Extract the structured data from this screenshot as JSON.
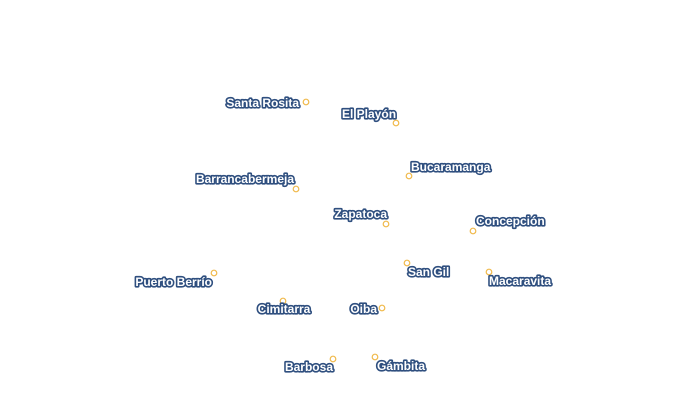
{
  "map": {
    "colors": {
      "marker_fill": "#ffffff",
      "marker_stroke": "#f0b94a",
      "label_fill": "#ffffff",
      "label_halo": "#2f4f7f",
      "background": "#ffffff"
    },
    "cities": [
      {
        "id": "santa-rosita",
        "name": "Santa Rosita"
      },
      {
        "id": "el-playon",
        "name": "El Playón"
      },
      {
        "id": "bucaramanga",
        "name": "Bucaramanga"
      },
      {
        "id": "barrancabermeja",
        "name": "Barrancabermeja"
      },
      {
        "id": "zapatoca",
        "name": "Zapatoca"
      },
      {
        "id": "concepcion",
        "name": "Concepción"
      },
      {
        "id": "san-gil",
        "name": "San Gil"
      },
      {
        "id": "macaravita",
        "name": "Macaravita"
      },
      {
        "id": "puerto-berrio",
        "name": "Puerto Berrío"
      },
      {
        "id": "cimitarra",
        "name": "Cimitarra"
      },
      {
        "id": "oiba",
        "name": "Oiba"
      },
      {
        "id": "barbosa",
        "name": "Barbosa"
      },
      {
        "id": "gambita",
        "name": "Gámbita"
      }
    ]
  }
}
